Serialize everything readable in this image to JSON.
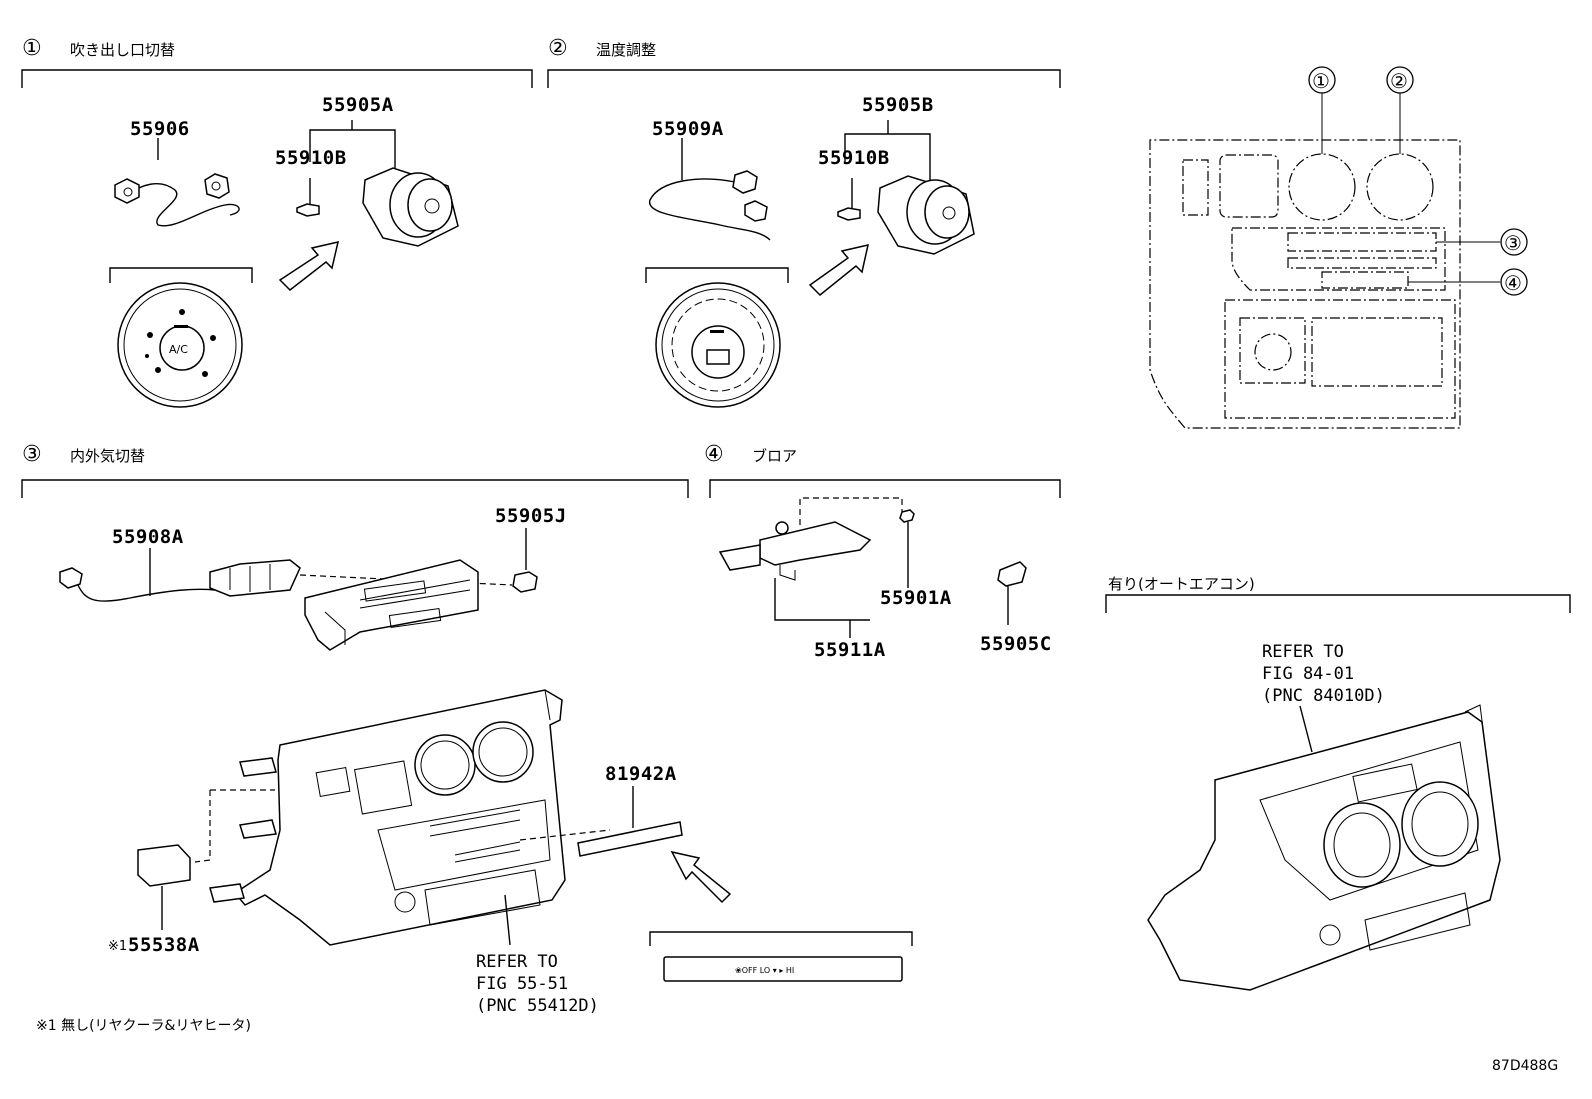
{
  "sections": [
    {
      "num": "①",
      "title": "吹き出し口切替"
    },
    {
      "num": "②",
      "title": "温度調整"
    },
    {
      "num": "③",
      "title": "内外気切替"
    },
    {
      "num": "④",
      "title": "ブロア"
    }
  ],
  "auto_ac_label": "有り(オートエアコン)",
  "parts": {
    "p55906": "55906",
    "p55905A": "55905A",
    "p55910B_1": "55910B",
    "p55909A": "55909A",
    "p55905B": "55905B",
    "p55910B_2": "55910B",
    "p55908A": "55908A",
    "p55905J": "55905J",
    "p55901A": "55901A",
    "p55911A": "55911A",
    "p55905C": "55905C",
    "p81942A": "81942A",
    "p55538A_mark": "※1",
    "p55538A": "55538A"
  },
  "refs": {
    "ref1": {
      "line1": "REFER TO",
      "line2": "FIG 55-51",
      "line3": "(PNC 55412D)"
    },
    "ref2": {
      "line1": "REFER TO",
      "line2": "FIG 84-01",
      "line3": "(PNC 84010D)"
    }
  },
  "knob_label": "A/C",
  "locator_callouts": [
    "①",
    "②",
    "③",
    "④"
  ],
  "plate_text": "❀OFF LO ▾ ▸ HI",
  "footnote": "※1 無し(リヤクーラ&リヤヒータ)",
  "diagram_code": "87D488G"
}
